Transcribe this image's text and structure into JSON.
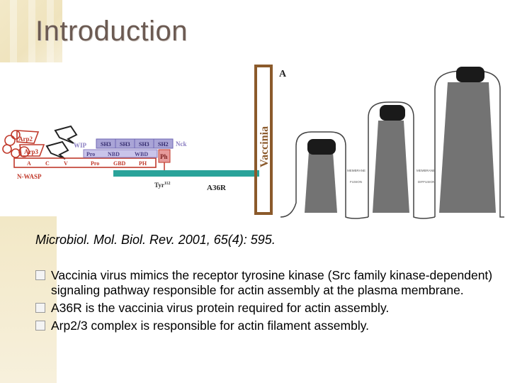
{
  "slide": {
    "title": "Introduction",
    "citation": "Microbiol. Mol. Biol. Rev. 2001, 65(4): 595.",
    "bullets": [
      "Vaccinia virus mimics the receptor tyrosine kinase (Src family kinase-dependent) signaling pathway responsible for actin assembly at the plasma membrane.",
      "A36R is the vaccinia virus protein required for actin assembly.",
      "Arp2/3 complex is responsible for actin filament assembly."
    ]
  },
  "figure": {
    "vaccinia_label": "Vaccinia",
    "panel_label": "A",
    "proteins": {
      "arp2": "Arp2",
      "arp3": "Arp3",
      "wip": "WIP",
      "nwasp": "N-WASP",
      "nck": "Nck",
      "a36r": "A36R",
      "tyr": "Tyr",
      "tyr_sup": "112",
      "ph": "Ph",
      "nck_domains": [
        "SH3",
        "SH3",
        "SH3",
        "SH2"
      ],
      "wip_row": [
        "Pro",
        "NBD"
      ],
      "wip_row2": "WBD",
      "nwasp_row": [
        "Pro",
        "GBD",
        "PH"
      ],
      "nwasp_left": [
        "A",
        "C",
        "V"
      ]
    },
    "tails": {
      "membrane": "MEMBRANE",
      "fusion": "FUSION",
      "diffusion": "DIFFUSION"
    }
  },
  "colors": {
    "title": "#6b5a52",
    "accent_red": "#c0392b",
    "a36r_bar": "#2aa39a",
    "vaccinia_frame": "#8b5a2b",
    "nck_fill": "#a9a4d6",
    "ph_fill": "#e69a9a"
  }
}
